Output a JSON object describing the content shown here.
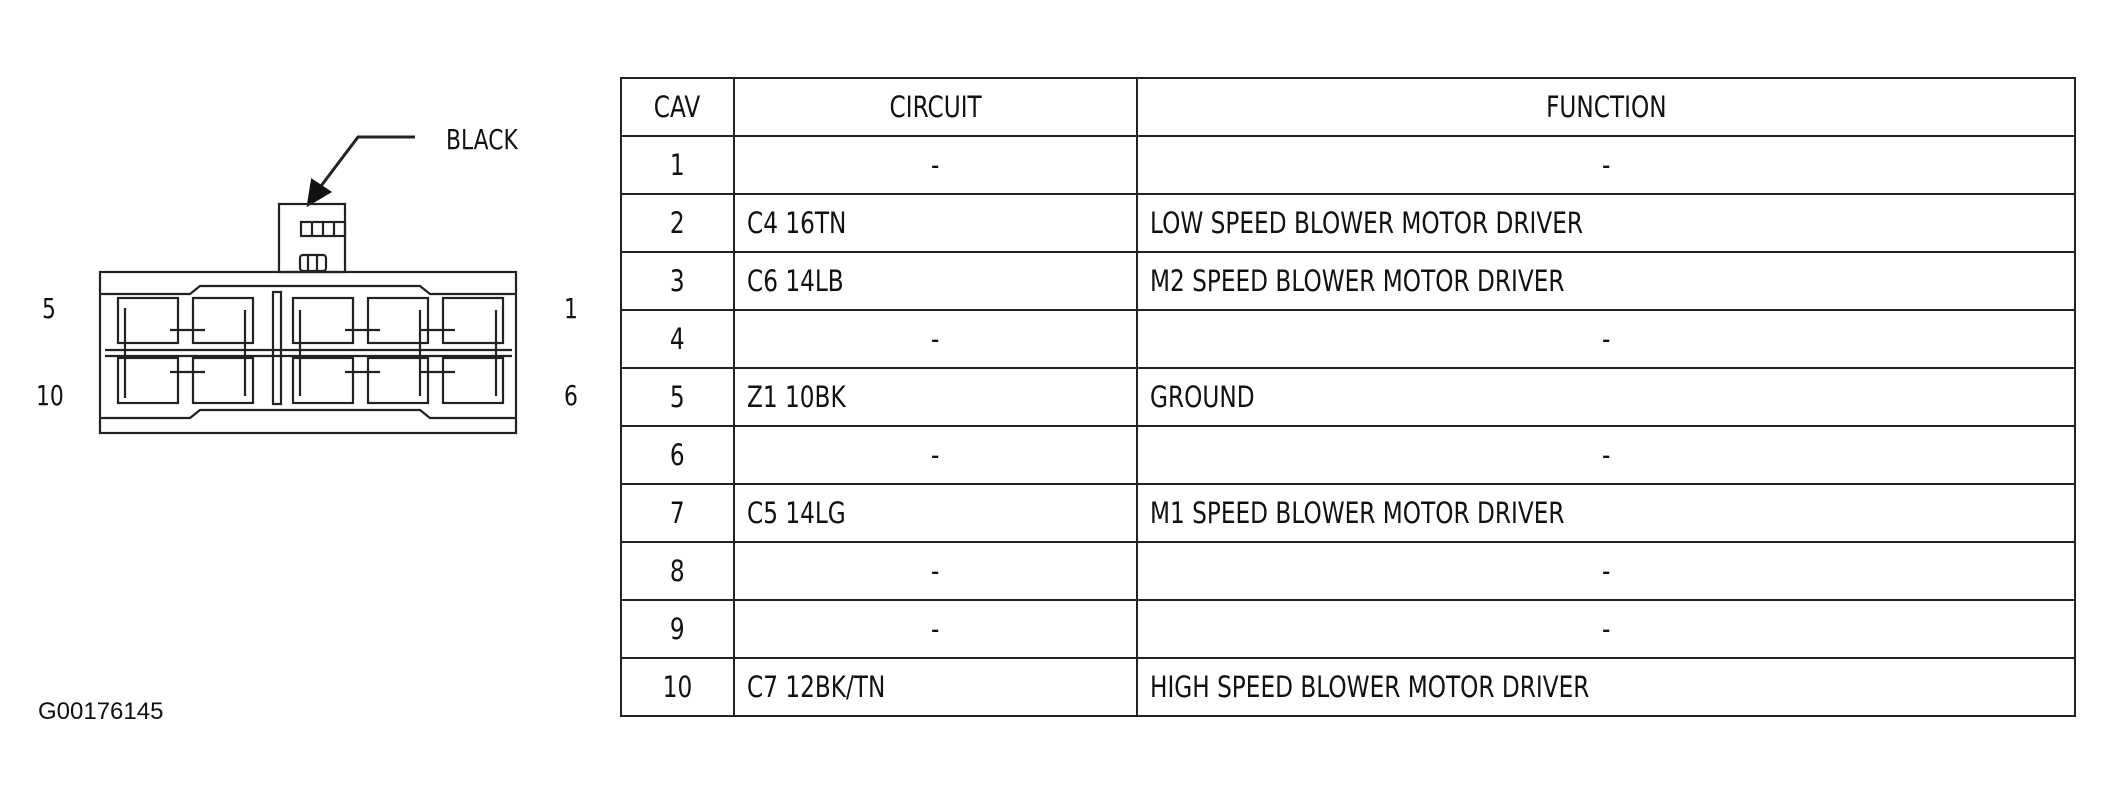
{
  "connector": {
    "color_label": "BLACK",
    "pin_labels": {
      "top_left": "5",
      "bottom_left": "10",
      "top_right": "1",
      "bottom_right": "6"
    }
  },
  "table": {
    "headers": {
      "cav": "CAV",
      "circuit": "CIRCUIT",
      "function": "FUNCTION"
    },
    "rows": [
      {
        "cav": "1",
        "circuit": "-",
        "function": "-"
      },
      {
        "cav": "2",
        "circuit": "C4 16TN",
        "function": "LOW SPEED BLOWER MOTOR DRIVER"
      },
      {
        "cav": "3",
        "circuit": "C6 14LB",
        "function": "M2 SPEED BLOWER MOTOR DRIVER"
      },
      {
        "cav": "4",
        "circuit": "-",
        "function": "-"
      },
      {
        "cav": "5",
        "circuit": "Z1 10BK",
        "function": "GROUND"
      },
      {
        "cav": "6",
        "circuit": "-",
        "function": "-"
      },
      {
        "cav": "7",
        "circuit": "C5 14LG",
        "function": "M1 SPEED BLOWER MOTOR DRIVER"
      },
      {
        "cav": "8",
        "circuit": "-",
        "function": "-"
      },
      {
        "cav": "9",
        "circuit": "-",
        "function": "-"
      },
      {
        "cav": "10",
        "circuit": "C7 12BK/TN",
        "function": "HIGH SPEED BLOWER MOTOR DRIVER"
      }
    ]
  },
  "figure_id": "G00176145"
}
